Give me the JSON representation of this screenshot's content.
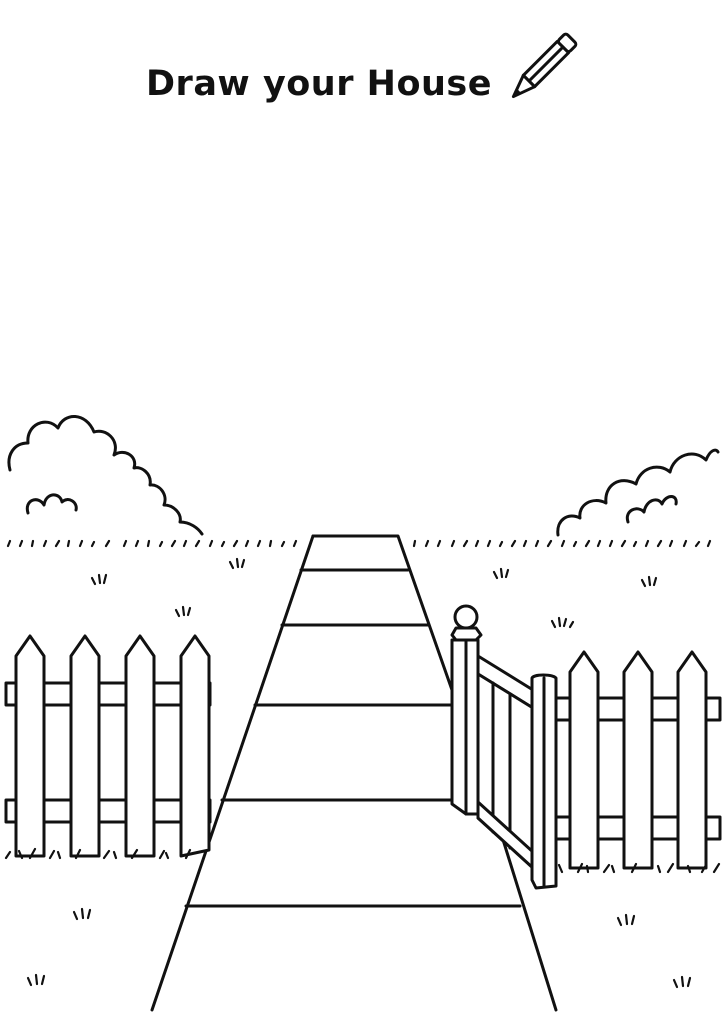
{
  "worksheet": {
    "title": "Draw your House",
    "title_icon": "pencil-icon",
    "drawing_area": "blank space above the yard for drawing a house",
    "scene": {
      "elements": [
        "bushes-left",
        "bushes-right",
        "grass-line",
        "stone-path",
        "picket-fence-left",
        "picket-fence-right",
        "open-gate",
        "gate-post",
        "grass-tufts"
      ],
      "path_slabs": 6,
      "left_fence_pickets": 4,
      "right_fence_pickets": 3
    },
    "colors": {
      "ink": "#111111",
      "paper": "#ffffff"
    }
  }
}
